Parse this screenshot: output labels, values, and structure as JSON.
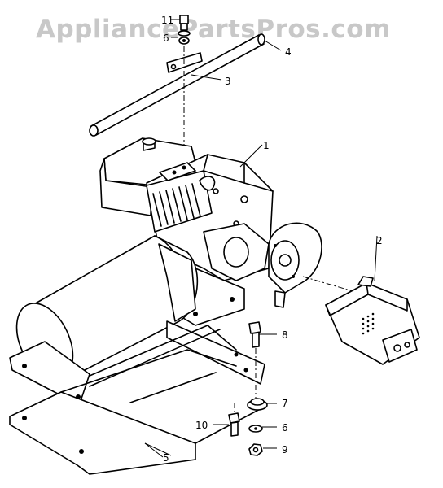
{
  "watermark": "AppliancePartsPros.com",
  "callouts": {
    "c1": "1",
    "c2": "2",
    "c3": "3",
    "c4": "4",
    "c5": "5",
    "c6a": "6",
    "c6b": "6",
    "c7": "7",
    "c8": "8",
    "c9": "9",
    "c10": "10",
    "c11": "11"
  }
}
